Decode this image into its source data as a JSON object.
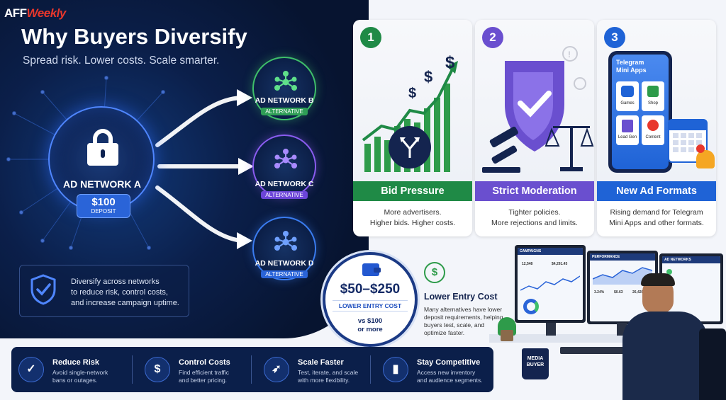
{
  "brand": {
    "part1": "AFF",
    "part2": "Weekly"
  },
  "header": {
    "title": "Why Buyers Diversify",
    "subtitle": "Spread risk. Lower costs. Scale smarter."
  },
  "network_a": {
    "label": "AD NETWORK A",
    "amount": "$100",
    "amount_label": "DEPOSIT"
  },
  "networks": [
    {
      "name": "AD NETWORK B",
      "tag": "ALTERNATIVE",
      "color": "#3fbf6a"
    },
    {
      "name": "AD NETWORK C",
      "tag": "ALTERNATIVE",
      "color": "#8a5cf0"
    },
    {
      "name": "AD NETWORK D",
      "tag": "ALTERNATIVE",
      "color": "#3a7cf0"
    }
  ],
  "diversify_note": {
    "line1": "Diversify across networks",
    "line2": "to reduce risk, control costs,",
    "line3": "and increase campaign uptime."
  },
  "cards": [
    {
      "num": "1",
      "title": "Bid Pressure",
      "desc1": "More advertisers.",
      "desc2": "Higher bids. Higher costs.",
      "color": "#1f8a46"
    },
    {
      "num": "2",
      "title": "Strict Moderation",
      "desc1": "Tighter policies.",
      "desc2": "More rejections and limits.",
      "color": "#6a4fcf"
    },
    {
      "num": "3",
      "title": "New Ad Formats",
      "desc1": "Rising demand for Telegram",
      "desc2": "Mini Apps and other formats.",
      "color": "#1f63d6"
    }
  ],
  "phone": {
    "title_line1": "Telegram",
    "title_line2": "Mini Apps",
    "apps": [
      "Games",
      "Shop",
      "Lead Gen",
      "Content"
    ]
  },
  "entry_cost": {
    "range": "$50–$250",
    "label": "LOWER ENTRY COST",
    "vs1": "vs $100",
    "vs2": "or more",
    "title": "Lower Entry Cost",
    "desc": "Many alternatives have lower deposit requirements, helping buyers test, scale, and optimize faster."
  },
  "workspace": {
    "screen1_title": "CAMPAIGNS",
    "screen1_v1": "12,548",
    "screen1_v2": "$4,291.45",
    "screen2_title": "PERFORMANCE",
    "screen2_v1": "3.24%",
    "screen2_v2": "$0.63",
    "screen2_v3": "26,420",
    "screen3_title": "AD NETWORKS",
    "mug_line1": "MEDIA",
    "mug_line2": "BUYER"
  },
  "benefits": [
    {
      "title": "Reduce Risk",
      "desc1": "Avoid single-network",
      "desc2": "bans or outages.",
      "icon": "shield-check-icon"
    },
    {
      "title": "Control Costs",
      "desc1": "Find efficient traffic",
      "desc2": "and better pricing.",
      "icon": "dollar-icon"
    },
    {
      "title": "Scale Faster",
      "desc1": "Test, iterate, and scale",
      "desc2": "with more flexibility.",
      "icon": "rocket-icon"
    },
    {
      "title": "Stay Competitive",
      "desc1": "Access new inventory",
      "desc2": "and audience segments.",
      "icon": "bar-chart-icon"
    }
  ]
}
